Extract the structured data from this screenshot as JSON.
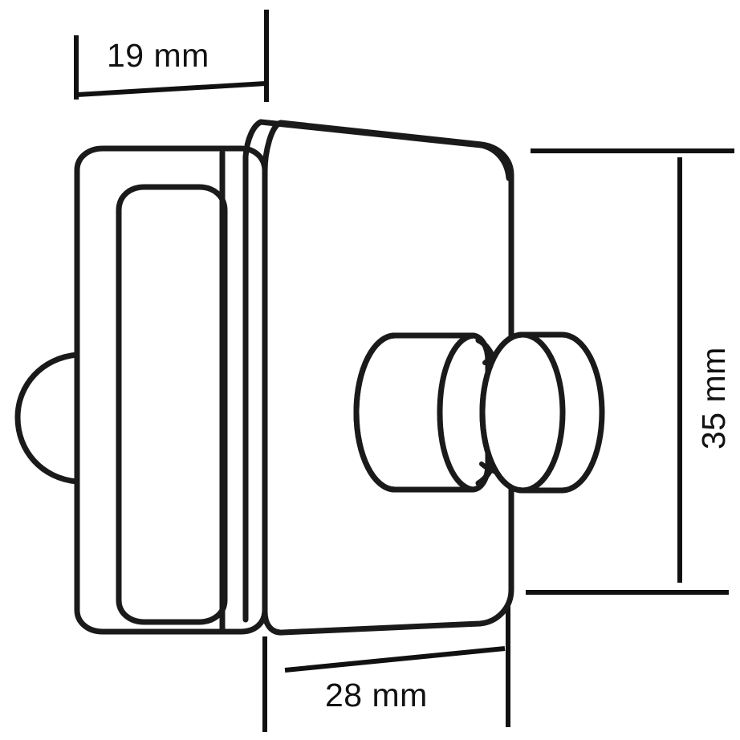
{
  "drawing": {
    "title": "Door lock body with thumbturn knob — dimensioned technical drawing",
    "background_color": "#ffffff",
    "line_color": "#1a1a1a",
    "dimension_color": "#111111",
    "units": "mm",
    "view": "isometric-style projection"
  },
  "dimensions": {
    "width": {
      "label": "19 mm",
      "value": 19,
      "unit": "mm",
      "orientation": "horizontal",
      "position": "top-left"
    },
    "depth": {
      "label": "28 mm",
      "value": 28,
      "unit": "mm",
      "orientation": "horizontal",
      "position": "bottom-center"
    },
    "height": {
      "label": "35 mm",
      "value": 35,
      "unit": "mm",
      "orientation": "vertical",
      "position": "right"
    }
  },
  "parts": {
    "backplate": "backplate",
    "backplate_recess": "backplate-recess",
    "body_block": "lock-body-block",
    "latch_bolt": "latch-bolt",
    "knob_shaft": "knob-shaft",
    "knob_cap": "knob-end-cap",
    "knob_neck": "knob-neck-groove"
  }
}
